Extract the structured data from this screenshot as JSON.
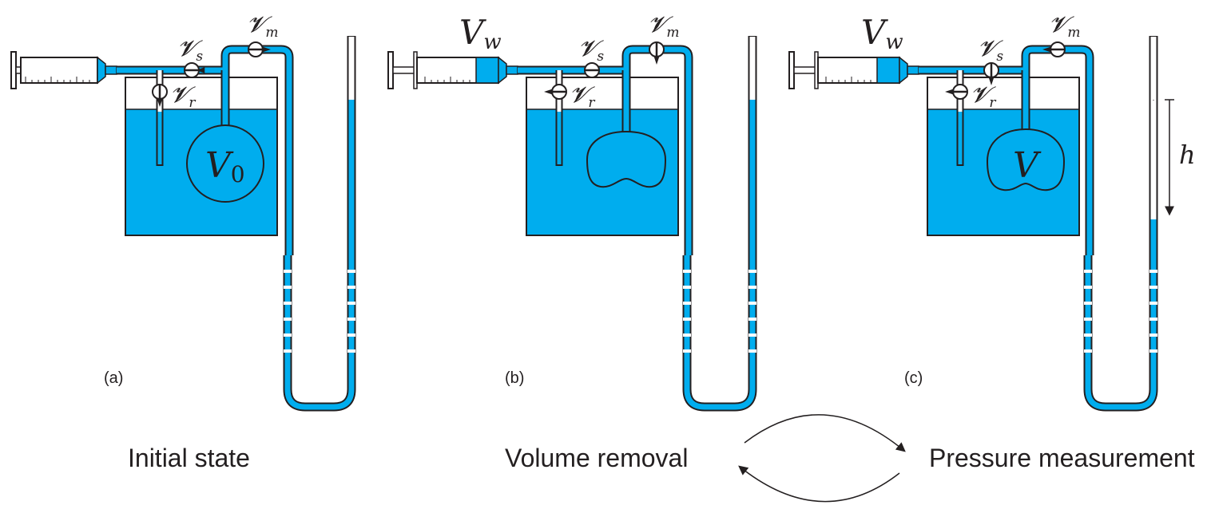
{
  "colors": {
    "water": "#00adee",
    "outline": "#231f20",
    "background": "#ffffff"
  },
  "panels": [
    {
      "id": "a",
      "label": "(a)",
      "caption": "Initial state",
      "syringe_label": "",
      "valve_s": "𝓥",
      "valve_s_sub": "s",
      "valve_r": "𝓥",
      "valve_r_sub": "r",
      "valve_m": "𝓥",
      "valve_m_sub": "m",
      "balloon_label": "V",
      "balloon_label_sub": "0"
    },
    {
      "id": "b",
      "label": "(b)",
      "caption": "Volume removal",
      "syringe_label": "V",
      "syringe_label_sub": "w",
      "valve_s": "𝓥",
      "valve_s_sub": "s",
      "valve_r": "𝓥",
      "valve_r_sub": "r",
      "valve_m": "𝓥",
      "valve_m_sub": "m",
      "balloon_label": ""
    },
    {
      "id": "c",
      "label": "(c)",
      "caption": "Pressure measurement",
      "syringe_label": "V",
      "syringe_label_sub": "w",
      "valve_s": "𝓥",
      "valve_s_sub": "s",
      "valve_r": "𝓥",
      "valve_r_sub": "r",
      "valve_m": "𝓥",
      "valve_m_sub": "m",
      "balloon_label": "V",
      "height_label": "h"
    }
  ],
  "cycle_arrows": "cycle between volume removal and pressure measurement"
}
